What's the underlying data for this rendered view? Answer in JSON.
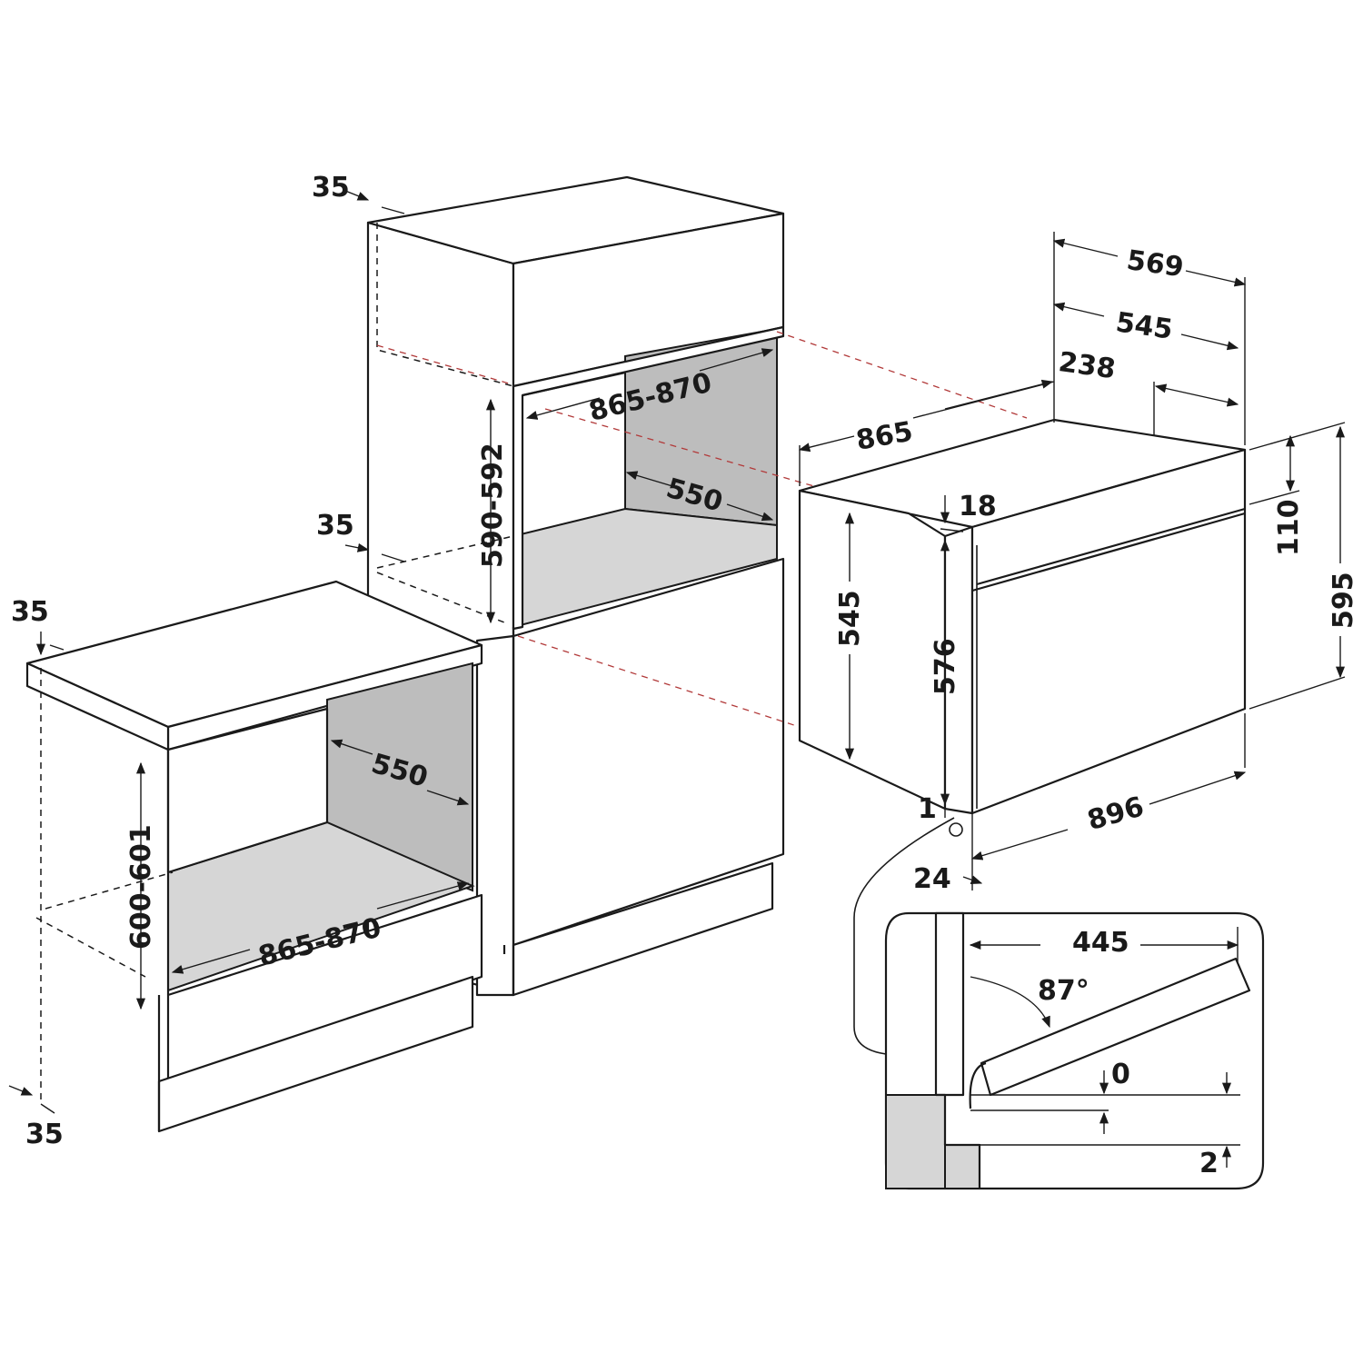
{
  "labels": {
    "top_setback": "35",
    "upper_width": "865-870",
    "upper_height": "590-592",
    "upper_depth": "550",
    "upper_setback": "35",
    "lower_setback_top": "35",
    "lower_depth": "550",
    "lower_height": "600-601",
    "lower_width": "865-870",
    "lower_setback_bottom": "35",
    "oven_569": "569",
    "oven_545_top": "545",
    "oven_238": "238",
    "oven_865": "865",
    "oven_18": "18",
    "oven_110": "110",
    "oven_595": "595",
    "oven_545_side": "545",
    "oven_576": "576",
    "oven_896": "896",
    "oven_1": "1",
    "oven_24": "24",
    "detail_445": "445",
    "detail_angle": "87°",
    "detail_0": "0",
    "detail_2": "2"
  }
}
